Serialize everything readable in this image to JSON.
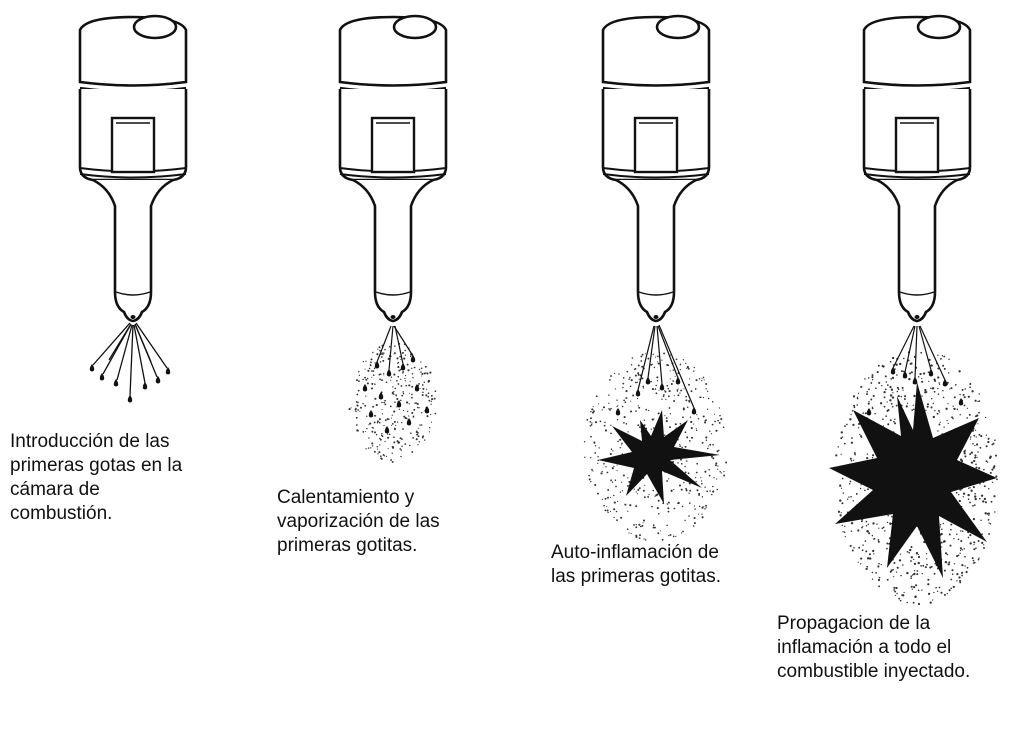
{
  "diagram": {
    "stages": [
      {
        "caption": "Introducción de las\nprimeras gotas en la\ncámara de\ncombustión."
      },
      {
        "caption": "Calentamiento y\nvaporización de las\nprimeras gotitas."
      },
      {
        "caption": "Auto-inflamación de\nlas primeras gotitas."
      },
      {
        "caption": "Propagacion de la\ninflamación a todo el\ncombustible inyectado."
      }
    ]
  }
}
